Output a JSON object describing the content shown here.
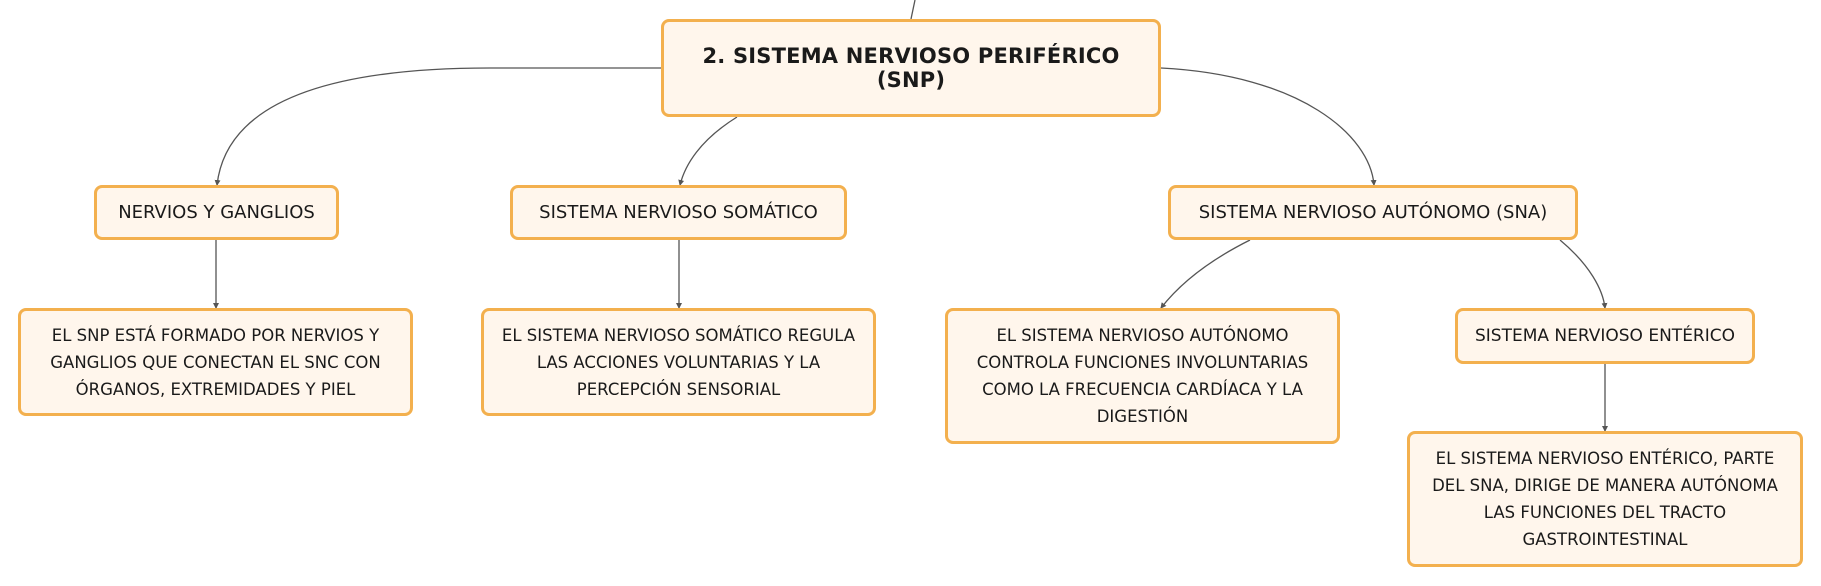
{
  "root": {
    "label": "2. SISTEMA NERVIOSO PERIFÉRICO (SNP)"
  },
  "nodes": {
    "nervios": "NERVIOS Y GANGLIOS",
    "somatico": "SISTEMA NERVIOSO SOMÁTICO",
    "autonomo": "SISTEMA NERVIOSO AUTÓNOMO (SNA)",
    "enterico": "SISTEMA NERVIOSO ENTÉRICO"
  },
  "descriptions": {
    "snp": "EL SNP ESTÁ FORMADO POR NERVIOS Y GANGLIOS QUE CONECTAN EL SNC CON ÓRGANOS, EXTREMIDADES Y PIEL",
    "somatico": "EL SISTEMA NERVIOSO SOMÁTICO REGULA LAS ACCIONES VOLUNTARIAS Y LA PERCEPCIÓN SENSORIAL",
    "autonomo": "EL SISTEMA NERVIOSO AUTÓNOMO CONTROLA FUNCIONES INVOLUNTARIAS COMO LA FRECUENCIA CARDÍACA Y LA DIGESTIÓN",
    "enterico": "EL SISTEMA NERVIOSO ENTÉRICO, PARTE DEL SNA, DIRIGE DE MANERA AUTÓNOMA LAS FUNCIONES DEL TRACTO GASTROINTESTINAL"
  },
  "colors": {
    "node_border": "#f3b04e",
    "node_fill": "#fff6ec",
    "connector": "#555555"
  }
}
